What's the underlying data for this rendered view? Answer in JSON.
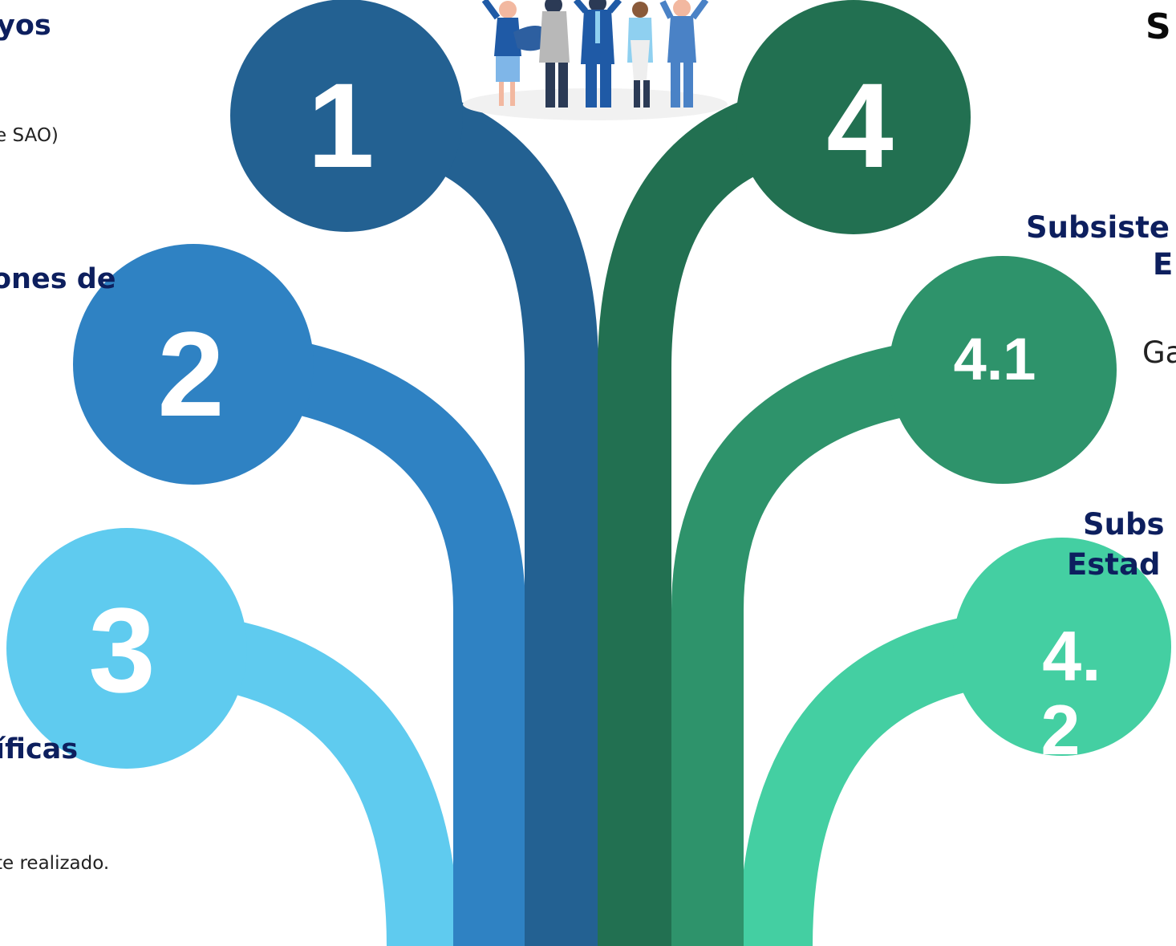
{
  "colors": {
    "branch_1": "#236192",
    "branch_2": "#2f82c3",
    "branch_3": "#5fcbef",
    "branch_4": "#227051",
    "branch_4_1": "#2e936b",
    "branch_4_2": "#44cfa2",
    "heading": "#0d1f5e",
    "number_text": "#ffffff"
  },
  "illustration": {
    "icon": "group-of-people-celebrating-icon"
  },
  "nodes": {
    "n1": {
      "number": "1"
    },
    "n2": {
      "number": "2"
    },
    "n3": {
      "number": "3"
    },
    "n4": {
      "number": "4"
    },
    "n41": {
      "number": "4.1"
    },
    "n42": {
      "number_line1": "4.",
      "number_line2": "2"
    }
  },
  "left_labels": {
    "item1_heading": "yos",
    "item1_text": "e SAO)",
    "item2_heading": "ones de",
    "item3_heading": "íficas",
    "item3_text": "te realizado."
  },
  "right_labels": {
    "item4_heading": "S",
    "item41_heading_line1": "Subsiste",
    "item41_heading_line2": "E",
    "item41_text": "Ga",
    "item42_heading_line1": "Subs",
    "item42_heading_line2": "Estad"
  }
}
